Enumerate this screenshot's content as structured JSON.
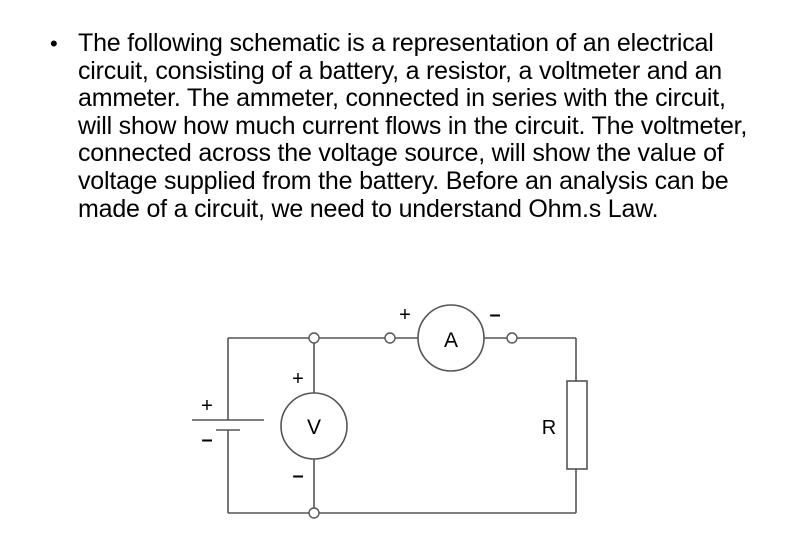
{
  "bullet": {
    "text": "The following schematic is a representation of an electrical circuit, consisting of a battery, a resistor, a voltmeter and an ammeter. The ammeter, connected in series with the circuit, will show how much current flows in the circuit. The voltmeter, connected across the voltage source, will show the value of voltage supplied from the battery. Before an analysis can be made of a circuit, we need to understand Ohm.s Law."
  },
  "schematic": {
    "ammeter": {
      "label": "A",
      "plus": "+",
      "minus": "–"
    },
    "voltmeter": {
      "label": "V",
      "plus": "+",
      "minus": "–"
    },
    "battery": {
      "plus": "+",
      "minus": "–"
    },
    "resistor": {
      "label": "R"
    }
  },
  "colors": {
    "wire": "#555555",
    "text": "#000000"
  }
}
